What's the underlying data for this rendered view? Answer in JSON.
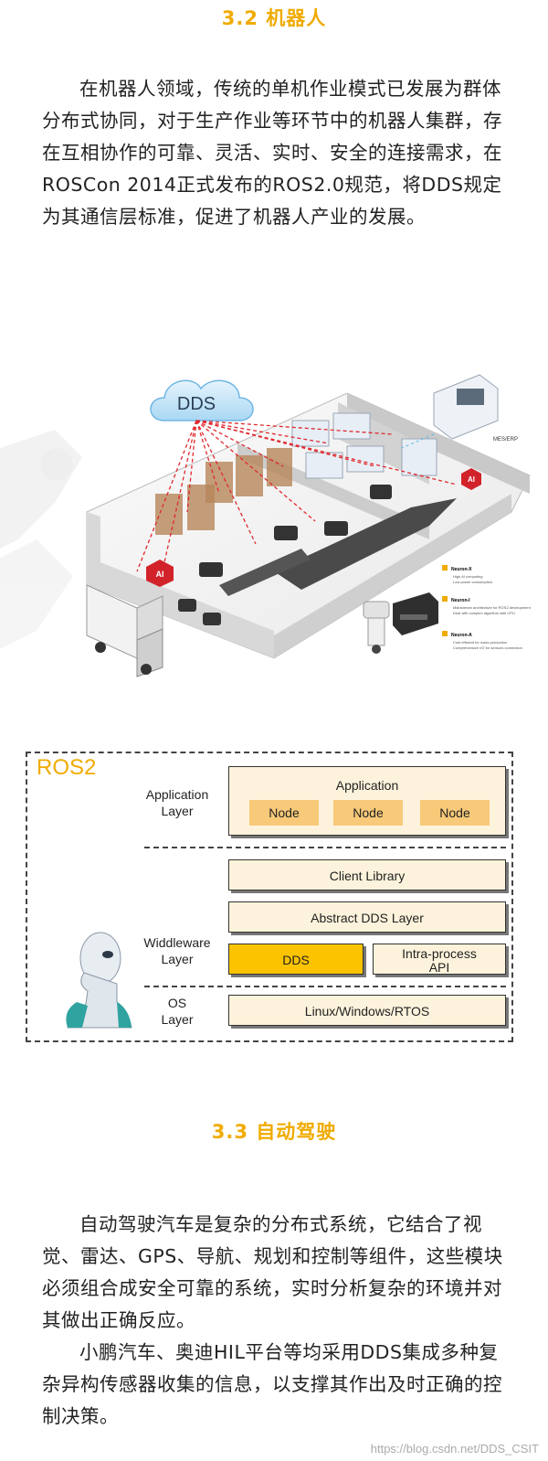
{
  "section1": {
    "title": "3.2  机器人",
    "paragraph": "在机器人领域，传统的单机作业模式已发展为群体分布式协同，对于生产作业等环节中的机器人集群，存在互相协作的可靠、灵活、实时、安全的连接需求，在ROSCon 2014正式发布的ROS2.0规范，将DDS规定为其通信层标准，促进了机器人产业的发展。"
  },
  "illustration": {
    "cloud_label": "DDS",
    "ai_badge": "AI",
    "mes_label": "MES/ERP",
    "legend": [
      {
        "name": "Neuron-X",
        "lines": [
          "High AI computing",
          "Low power consumption"
        ]
      },
      {
        "name": "Neuron-I",
        "lines": [
          "Mainstream architecture for ROS2 development",
          "Deal with complex algorithm with CPU"
        ]
      },
      {
        "name": "Neuron-A",
        "lines": [
          "Cost efficient for mass production",
          "Comprehensive I/O for sensors connection"
        ]
      }
    ],
    "accent_color": "#f0ab00"
  },
  "ros2": {
    "title": "ROS2",
    "application_layer_label": "Application\nLayer",
    "application_box": "Application",
    "nodes": [
      "Node",
      "Node",
      "Node"
    ],
    "middleware_label": "Widdleware\nLayer",
    "client_library": "Client Library",
    "abstract_dds": "Abstract DDS Layer",
    "dds": "DDS",
    "intra_process": "Intra-process\nAPI",
    "os_label": "OS\nLayer",
    "os_box": "Linux/Windows/RTOS",
    "dds_color": "#fbc300"
  },
  "section2": {
    "title": "3.3  自动驾驶",
    "paragraph1": "自动驾驶汽车是复杂的分布式系统，它结合了视觉、雷达、GPS、导航、规划和控制等组件，这些模块必须组合成安全可靠的系统，实时分析复杂的环境并对其做出正确反应。",
    "paragraph2": "小鹏汽车、奥迪HIL平台等均采用DDS集成多种复杂异构传感器收集的信息，以支撑其作出及时正确的控制决策。"
  },
  "watermark": "https://blog.csdn.net/DDS_CSIT"
}
